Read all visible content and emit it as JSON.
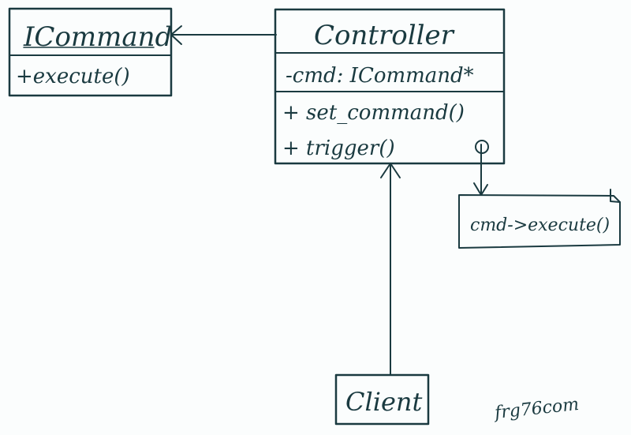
{
  "diagram": {
    "type": "UML class diagram (hand-drawn)",
    "colors": {
      "ink": "#1a3a40",
      "background": "#fbfdfd"
    },
    "classes": [
      {
        "id": "icommand",
        "name": "ICommand",
        "attributes": [],
        "methods": [
          "+execute()"
        ]
      },
      {
        "id": "controller",
        "name": "Controller",
        "attributes": [
          "-cmd: ICommand*"
        ],
        "methods": [
          "+ set_command()",
          "+ trigger()"
        ]
      },
      {
        "id": "client",
        "name": "Client",
        "attributes": [],
        "methods": []
      }
    ],
    "note": {
      "text": "cmd->execute()",
      "attached_to": "controller.trigger"
    },
    "relations": [
      {
        "from": "controller",
        "to": "icommand",
        "kind": "association"
      },
      {
        "from": "client",
        "to": "controller",
        "kind": "association"
      },
      {
        "from": "controller",
        "to": "note",
        "kind": "note-link"
      }
    ],
    "watermark": "frg76com"
  }
}
